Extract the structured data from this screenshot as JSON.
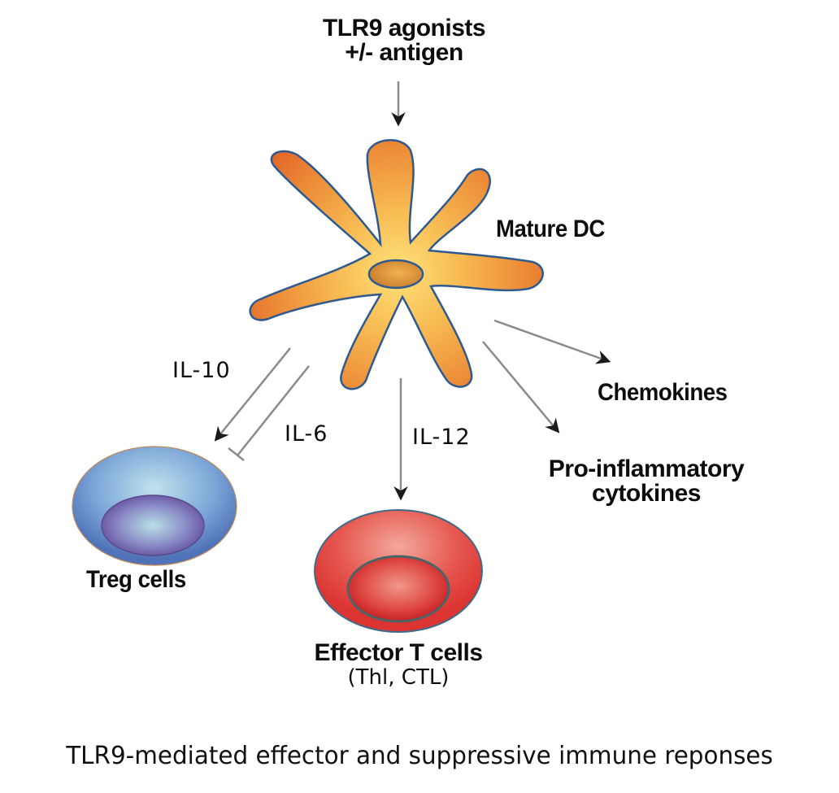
{
  "title": {
    "line1": "TLR9 agonists",
    "line2": "+/- antigen"
  },
  "nodes": {
    "mature_dc": {
      "label": "Mature DC"
    },
    "chemokines": {
      "label": "Chemokines"
    },
    "proinflammatory": {
      "line1": "Pro-inflammatory",
      "line2": "cytokines"
    },
    "treg": {
      "label": "Treg cells"
    },
    "effector": {
      "line1": "Effector T cells",
      "line2": "(Thl, CTL)"
    }
  },
  "edges": {
    "il10": {
      "label": "IL-10",
      "type": "activation"
    },
    "il6": {
      "label": "IL-6",
      "type": "inhibition"
    },
    "il12": {
      "label": "IL-12",
      "type": "activation"
    }
  },
  "caption": "TLR9-mediated effector and suppressive immune reponses",
  "colors": {
    "dc_outer": "#e8742a",
    "dc_inner": "#fdd86a",
    "dc_outline": "#2f5a8f",
    "treg_outer": "#5b86c8",
    "treg_inner": "#6a4f9e",
    "treg_highlight": "#b8dde8",
    "effector_outer": "#e2403c",
    "effector_inner": "#c81e22",
    "effector_highlight": "#f4a59a",
    "arrow": "#8a8a8a",
    "arrowhead": "#1a1a1a"
  }
}
